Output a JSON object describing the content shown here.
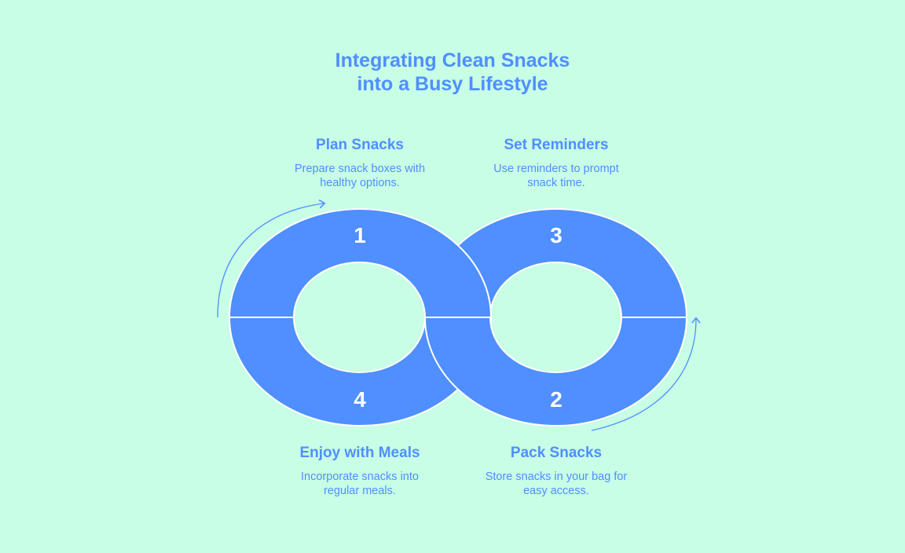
{
  "title_line1": "Integrating Clean Snacks",
  "title_line2": "into a Busy Lifestyle",
  "colors": {
    "background": "#c8fde6",
    "accent": "#4f8fff"
  },
  "steps": [
    {
      "number": "1",
      "title": "Plan Snacks",
      "desc_line1": "Prepare snack boxes with",
      "desc_line2": "healthy options."
    },
    {
      "number": "2",
      "title": "Pack Snacks",
      "desc_line1": "Store snacks in your bag for",
      "desc_line2": "easy access."
    },
    {
      "number": "3",
      "title": "Set Reminders",
      "desc_line1": "Use reminders to prompt",
      "desc_line2": "snack time."
    },
    {
      "number": "4",
      "title": "Enjoy with Meals",
      "desc_line1": "Incorporate snacks into",
      "desc_line2": "regular meals."
    }
  ]
}
